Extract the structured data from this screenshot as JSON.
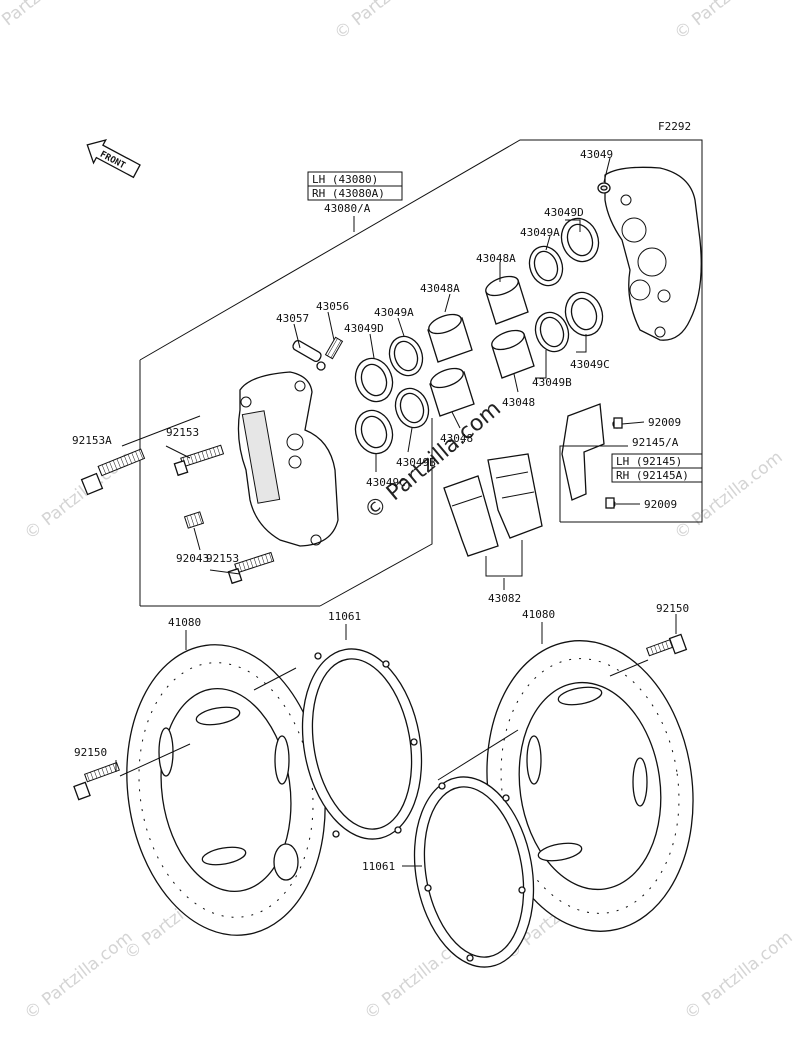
{
  "diagram": {
    "figure_code": "F2292",
    "front_label": "FRONT",
    "watermark": "© Partzilla.com",
    "caliper_assembly": {
      "lh_line": "LH (43080)",
      "rh_line": "RH (43080A)",
      "number": "43080/A"
    },
    "bracket_assembly": {
      "number": "92145/A",
      "lh_line": "LH (92145)",
      "rh_line": "RH (92145A)"
    },
    "part_labels": {
      "p43049_top": "43049",
      "p43049D_right": "43049D",
      "p43049A_right": "43049A",
      "p43048A_right": "43048A",
      "p43048A_left": "43048A",
      "p43056": "43056",
      "p43057": "43057",
      "p43049A_left": "43049A",
      "p43049D_left": "43049D",
      "p43049C_right": "43049C",
      "p43049B_right": "43049B",
      "p43048_right": "43048",
      "p43048_left": "43048",
      "p43049B_left": "43049B",
      "p43049C_left": "43049C",
      "p92009_top": "92009",
      "p92009_bottom": "92009",
      "p92153A": "92153A",
      "p92153_upper": "92153",
      "p92153_lower": "92153",
      "p92043": "92043",
      "p43082": "43082",
      "p41080_left": "41080",
      "p41080_right": "41080",
      "p11061_top": "11061",
      "p11061_bottom": "11061",
      "p92150_left": "92150",
      "p92150_right": "92150"
    }
  }
}
